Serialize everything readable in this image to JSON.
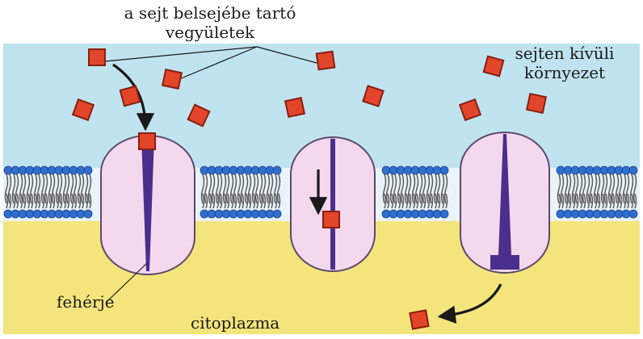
{
  "labels": {
    "compounds_line1": "a sejt belsejébe tartó",
    "compounds_line2": "vegyületek",
    "outside_line1": "sejten kívüli",
    "outside_line2": "környezet",
    "protein": "fehérje",
    "cytoplasm": "citoplazma"
  },
  "colors": {
    "extracellular": "#bfe4f0",
    "cytoplasm": "#f4e47c",
    "lipid_head": "#2f6fd0",
    "lipid_tail": "#5a5a5a",
    "protein_body": "#f4d8ee",
    "protein_channel": "#4b2f8c",
    "molecule": "#e2452a",
    "arrow": "#1a1a1a"
  },
  "icons": {
    "molecule": "red-square-molecule",
    "transport": "curved-arrow"
  }
}
